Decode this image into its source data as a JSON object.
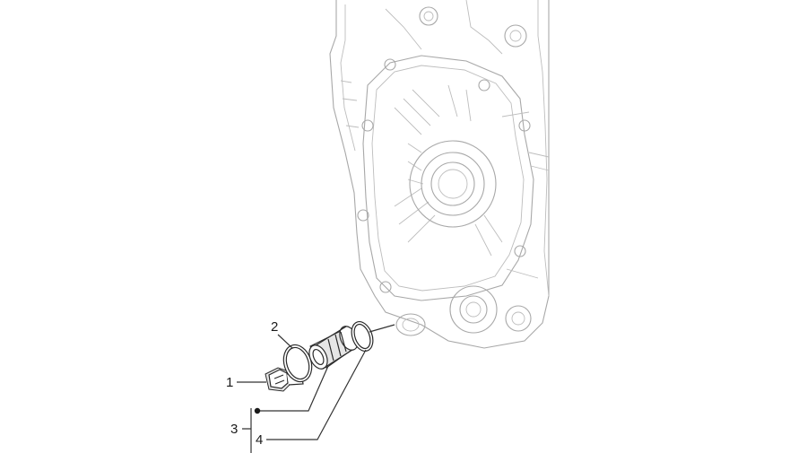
{
  "callouts": [
    {
      "id": "1",
      "label": "1"
    },
    {
      "id": "2",
      "label": "2"
    },
    {
      "id": "3",
      "label": "3"
    },
    {
      "id": "4",
      "label": "4"
    }
  ],
  "colors": {
    "engine_outline": "#a8a8a8",
    "part_outline": "#2a2a2a",
    "leader": "#333333"
  }
}
